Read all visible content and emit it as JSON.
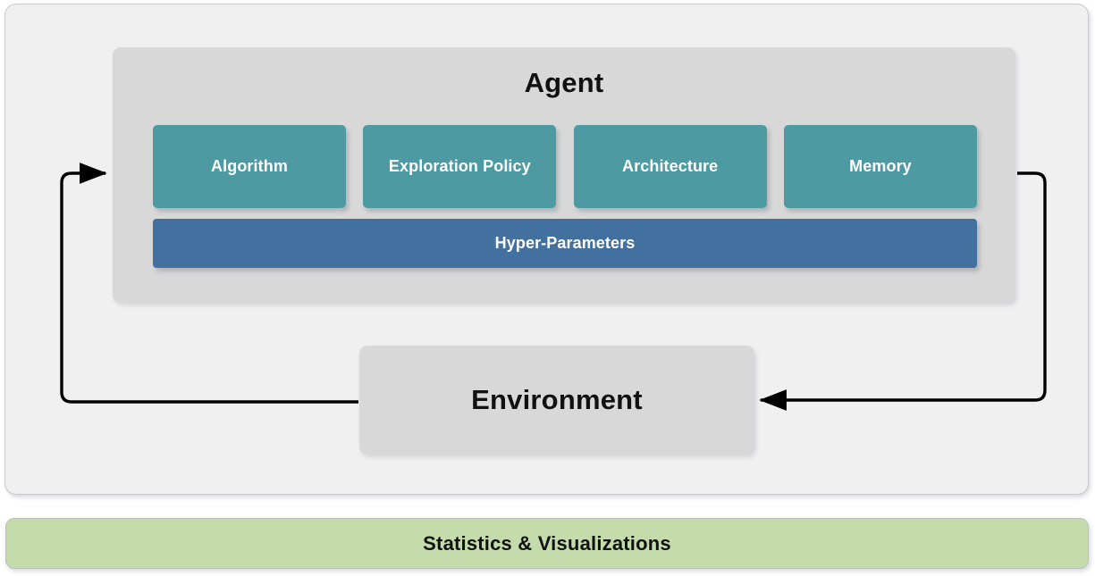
{
  "diagram": {
    "title_text": "Agent",
    "agent": {
      "label": "Agent",
      "components": [
        {
          "label": "Algorithm"
        },
        {
          "label": "Exploration Policy"
        },
        {
          "label": "Architecture"
        },
        {
          "label": "Memory"
        }
      ],
      "hyper_parameters": {
        "label": "Hyper-Parameters"
      }
    },
    "environment": {
      "label": "Environment"
    },
    "statistics": {
      "label": "Statistics & Visualizations"
    },
    "arrows": [
      {
        "name": "environment-to-agent",
        "direction": "up-left-then-right"
      },
      {
        "name": "agent-to-environment",
        "direction": "right-down-then-left"
      }
    ],
    "colors": {
      "outer_panel_bg": "#f0f0f0",
      "agent_bg": "#d8d8d8",
      "component_teal": "#4d9aa3",
      "hyper_parameter_blue": "#42719f",
      "environment_bg": "#d8d8d8",
      "statistics_green": "#c4dcab",
      "arrow_stroke": "#000000",
      "text_dark": "#111111",
      "text_light": "#ffffff"
    }
  }
}
